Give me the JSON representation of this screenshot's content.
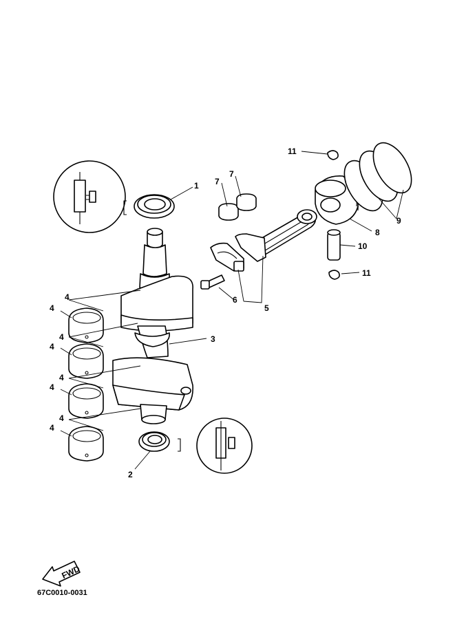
{
  "callouts": {
    "p1": "1",
    "p2": "2",
    "p3": "3",
    "p4a": "4",
    "p4b": "4",
    "p4c": "4",
    "p4d": "4",
    "p4e": "4",
    "p4f": "4",
    "p4g": "4",
    "p4h": "4",
    "p5": "5",
    "p6": "6",
    "p7a": "7",
    "p7b": "7",
    "p8": "8",
    "p9": "9",
    "p10": "10",
    "p11a": "11",
    "p11b": "11"
  },
  "fwd_label": "FWD",
  "diagram_code": "67C0010-0031"
}
